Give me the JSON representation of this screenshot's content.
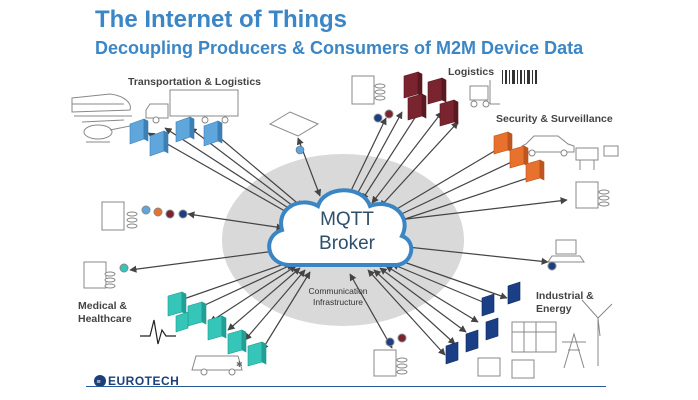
{
  "header": {
    "title": "The Internet of Things",
    "subtitle": "Decoupling Producers & Consumers of M2M Device Data"
  },
  "broker": {
    "line1": "MQTT",
    "line2": "Broker",
    "infra_line1": "Communication",
    "infra_line2": "Infrastructure"
  },
  "sectors": {
    "transport": "Transportation & Logistics",
    "logistics": "Logistics",
    "security": "Security & Surveillance",
    "medical_line1": "Medical &",
    "medical_line2": "Healthcare",
    "industrial_line1": "Industrial &",
    "industrial_line2": "Energy"
  },
  "brand": {
    "name": "EUROTECH"
  },
  "colors": {
    "title": "#3b86c6",
    "transport_device": "#5ea6dc",
    "logistics_device": "#7a2430",
    "security_device": "#e8712e",
    "medical_device": "#35c6b9",
    "industrial_device": "#1b3f86",
    "cloud_ellipse": "#d9d9d9",
    "cloud_outline": "#3a86c4",
    "brand": "#1c3f7a"
  }
}
